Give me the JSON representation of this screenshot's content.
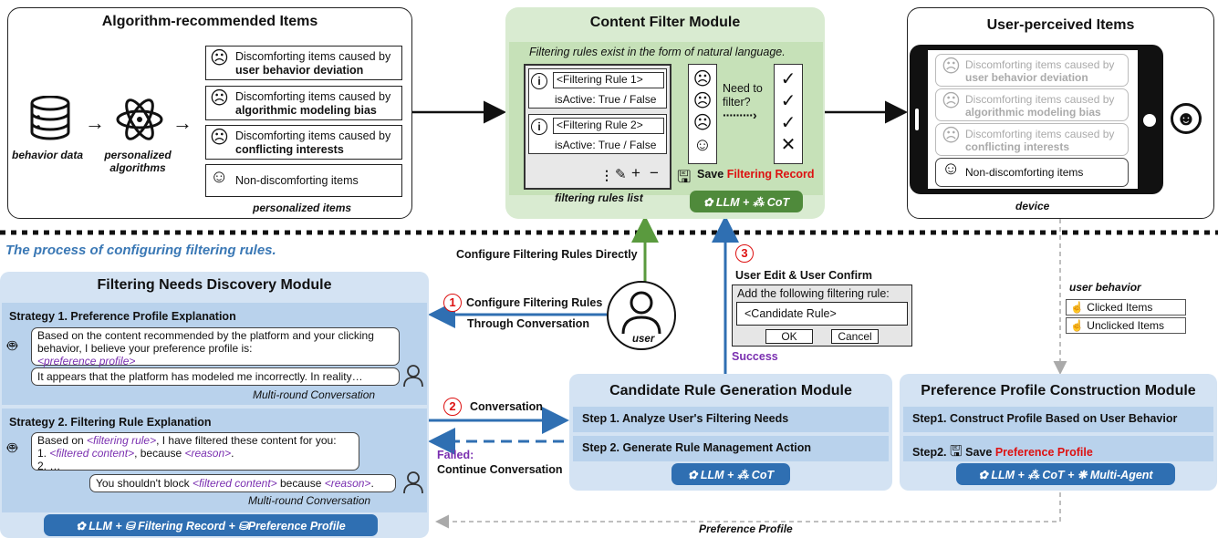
{
  "top": {
    "algo": {
      "title": "Algorithm-recommended Items",
      "behavior_data": "behavior data",
      "personalized_algorithms": "personalized algorithms",
      "personalized_items": "personalized items",
      "items": [
        {
          "line1": "Discomforting items caused by",
          "line2": "user behavior deviation"
        },
        {
          "line1": "Discomforting items caused by",
          "line2": "algorithmic modeling bias"
        },
        {
          "line1": "Discomforting items caused by",
          "line2": "conflicting interests"
        }
      ],
      "non_item": "Non-discomforting items"
    },
    "filter": {
      "title": "Content Filter Module",
      "note": "Filtering rules exist in the form of natural language.",
      "rule1": "<Filtering Rule 1>",
      "rule2": "<Filtering Rule 2>",
      "is_active": "isActive: True / False",
      "list_label": "filtering rules list",
      "need_to": "Need to",
      "filter_q": "filter?",
      "save": "Save",
      "filtering_record": "Filtering Record",
      "llm": "LLM +",
      "cot": "CoT"
    },
    "user_items": {
      "title": "User-perceived Items",
      "device": "device",
      "items": [
        {
          "line1": "Discomforting items caused by",
          "line2": "user behavior deviation"
        },
        {
          "line1": "Discomforting items caused by",
          "line2": "algorithmic modeling bias"
        },
        {
          "line1": "Discomforting items caused by",
          "line2": "conflicting interests"
        }
      ],
      "non_item": "Non-discomforting items"
    }
  },
  "process_label": "The process of configuring filtering rules.",
  "configure_direct": "Configure Filtering Rules Directly",
  "user_label": "user",
  "conversation_config": {
    "num": "1",
    "line1": "Configure Filtering Rules",
    "line2": "Through Conversation"
  },
  "conversation": {
    "num": "2",
    "text": "Conversation"
  },
  "failed": {
    "line1": "Failed:",
    "line2": "Continue Conversation"
  },
  "user_edit": {
    "num": "3",
    "title": "User Edit & User Confirm",
    "dialog_text": "Add the following filtering rule:",
    "candidate": "<Candidate Rule>",
    "ok": "OK",
    "cancel": "Cancel",
    "success": "Success"
  },
  "discovery": {
    "title": "Filtering Needs Discovery Module",
    "strategy1": "Strategy 1. Preference Profile Explanation",
    "s1_bot_line1": "Based on the content recommended by the platform and your clicking",
    "s1_bot_line2": "behavior, I believe your preference profile is:",
    "s1_bot_line3": "<preference profile>",
    "s1_user": "It appears that the platform has modeled me incorrectly. In reality…",
    "multi_round": "Multi-round Conversation",
    "strategy2": "Strategy 2. Filtering Rule Explanation",
    "s2_bot_a": "Based on ",
    "s2_bot_b": "<filtering rule>",
    "s2_bot_c": ", I have filtered these content for you:",
    "s2_bot_d": "1. ",
    "s2_bot_e": "<filtered content>",
    "s2_bot_f": ", because ",
    "s2_bot_g": "<reason>",
    "s2_bot_h": ".",
    "s2_bot_i": "2. …",
    "s2_user_a": "You shouldn't block ",
    "s2_user_b": "<filtered content>",
    "s2_user_c": " because ",
    "s2_user_d": "<reason>",
    "s2_user_e": ".",
    "footer_llm": "LLM +",
    "footer_record": "Filtering Record +",
    "footer_profile": "Preference  Profile"
  },
  "candidate": {
    "title": "Candidate Rule Generation Module",
    "step1": "Step 1. Analyze User's Filtering Needs",
    "step2": "Step 2. Generate Rule Management Action",
    "llm": "LLM +",
    "cot": "CoT"
  },
  "preference": {
    "title": "Preference Profile Construction Module",
    "step1": "Step1. Construct Profile Based on User Behavior",
    "step2": "Step2.",
    "save": "Save",
    "profile": "Preference Profile",
    "llm": "LLM +",
    "cot": "CoT +",
    "multi": "Multi-Agent"
  },
  "user_behavior": {
    "label": "user behavior",
    "clicked": "Clicked Items",
    "unclicked": "Unclicked Items"
  },
  "preference_profile_arrow": "Preference Profile",
  "colors": {
    "green": "#d9ebd1",
    "green_dark": "#4f8a3b",
    "blue": "#2f6fb2",
    "light_blue": "#d4e3f3",
    "red": "#dd1111",
    "purple": "#7a2fb0"
  }
}
